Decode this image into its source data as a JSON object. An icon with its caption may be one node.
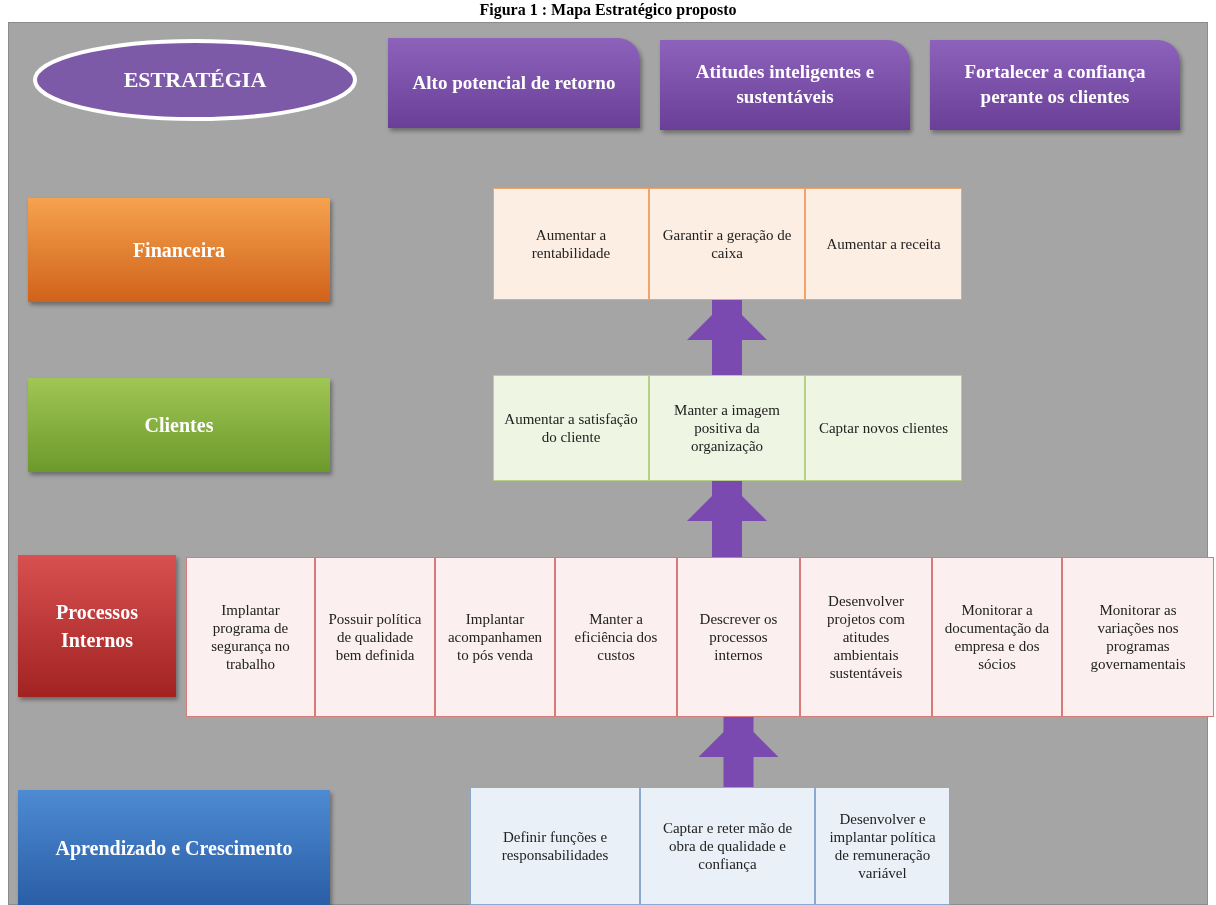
{
  "diagram": {
    "title": "Figura 1 : Mapa Estratégico proposto",
    "nodes": [
      {
        "text": [
          "ESTRATÉGIA"
        ]
      },
      {
        "text": [
          "Alto potencial de retorno"
        ]
      },
      {
        "text": [
          "Atitudes inteligentes e sustentáveis"
        ]
      },
      {
        "text": [
          "Fortalecer a confiança perante os clientes"
        ]
      },
      {
        "text": [
          "Financeira"
        ]
      },
      {
        "text": [
          "Aumentar a rentabilidade"
        ]
      },
      {
        "text": [
          "Garantir a geração de caixa"
        ]
      },
      {
        "text": [
          "Aumentar a receita"
        ]
      },
      {
        "text": [
          "Clientes"
        ]
      },
      {
        "text": [
          "Aumentar a satisfação do cliente"
        ]
      },
      {
        "text": [
          "Manter a imagem positiva da organização"
        ]
      },
      {
        "text": [
          "Captar novos clientes"
        ]
      },
      {
        "text": [
          "Processos Internos"
        ]
      },
      {
        "text": [
          "Implantar programa de segurança no trabalho"
        ]
      },
      {
        "text": [
          "Possuir política de qualidade bem definida"
        ]
      },
      {
        "text": [
          "Implantar acompanhamento pós venda"
        ]
      },
      {
        "text": [
          "Manter a eficiência dos custos"
        ]
      },
      {
        "text": [
          "Descrever os processos internos"
        ]
      },
      {
        "text": [
          "Desenvolver projetos com atitudes ambientais sustentáveis"
        ]
      },
      {
        "text": [
          "Monitorar a documentação da empresa e dos sócios"
        ]
      },
      {
        "text": [
          "Monitorar as variações nos programas governamentais"
        ]
      },
      {
        "text": [
          "Aprendizado e Crescimento"
        ]
      },
      {
        "text": [
          "Definir funções e responsabilidades"
        ]
      },
      {
        "text": [
          "Captar e reter mão de obra de qualidade e confiança"
        ]
      },
      {
        "text": [
          "Desenvolver e implantar política de remuneração variável"
        ]
      }
    ],
    "edges": [
      {
        "from": 10,
        "to": 6,
        "arrow": "to"
      },
      {
        "from": 17,
        "to": 10,
        "arrow": "to"
      },
      {
        "from": 23,
        "to": 17,
        "arrow": "to"
      }
    ]
  }
}
